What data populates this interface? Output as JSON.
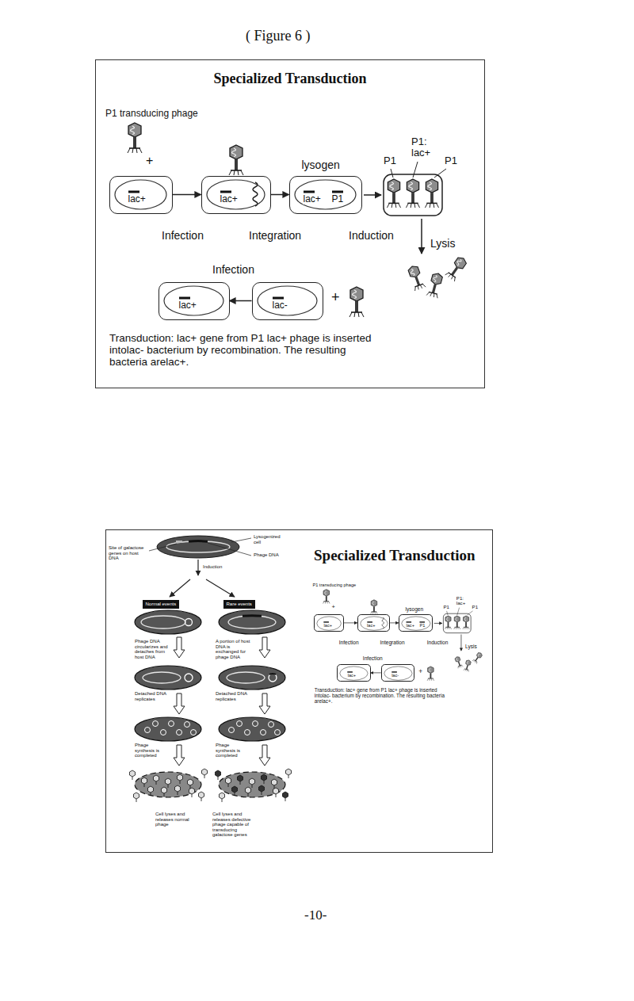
{
  "diagram": {
    "title": "( Figure 6 )",
    "nodes": [
      {
        "text": [
          "Specialized Transduction"
        ]
      },
      {
        "text": [
          "lac+"
        ],
        "in": 0
      },
      {
        "text": [
          "lac+"
        ],
        "in": 0
      },
      {
        "text": [
          "lysogen",
          "lac+",
          "P1"
        ],
        "in": 0
      },
      {
        "text": [
          "lac+"
        ],
        "in": 0
      },
      {
        "text": [
          "lac-"
        ],
        "in": 0
      },
      {
        "text": [
          "Specialized Transduction"
        ]
      },
      {
        "text": [
          "Normal events"
        ],
        "in": 6
      },
      {
        "text": [
          "Rare events"
        ],
        "in": 6
      },
      {
        "text": [
          "lac+"
        ],
        "in": 6
      },
      {
        "text": [
          "lac+"
        ],
        "in": 6
      },
      {
        "text": [
          "lysogen",
          "lac+",
          "P1"
        ],
        "in": 6
      },
      {
        "text": [
          "lac+"
        ],
        "in": 6
      },
      {
        "text": [
          "lac-"
        ],
        "in": 6
      }
    ],
    "edges": [
      {
        "from": 1,
        "to": 2,
        "arrow": "to"
      },
      {
        "from": 2,
        "to": 3,
        "arrow": "to"
      },
      {
        "from": 5,
        "to": 4,
        "arrow": "to"
      },
      {
        "from": 9,
        "to": 10,
        "arrow": "to"
      },
      {
        "from": 10,
        "to": 11,
        "arrow": "to"
      },
      {
        "from": 13,
        "to": 12,
        "arrow": "to"
      }
    ],
    "labels": [
      "P1 transducing phage",
      "+",
      "P1",
      "P1: lac+",
      "P1",
      "Infection",
      "Integration",
      "Induction",
      "Lysis",
      "Infection",
      "+",
      "Transduction: lac+ gene from P1 lac+ phage is inserted intolac- bacterium by recombination. The resulting bacteria arelac+.",
      "Lysogenized cell",
      "Site of galactose genes on host DNA",
      "Phage DNA",
      "Induction",
      "Phage DNA circularizes and detaches from host DNA",
      "A portion of host DNA is exchanged for phage DNA",
      "Detached DNA replicates",
      "Detached DNA replicates",
      "Phage synthesis is completed",
      "Phage synthesis is completed",
      "Cell lyses and releases normal phage",
      "Cell lyses and releases defective phage capable of transducing galactose genes",
      "P1 transducing phage",
      "+",
      "P1",
      "P1: lac+",
      "P1",
      "Infection",
      "Integration",
      "Induction",
      "Lysis",
      "Infection",
      "+",
      "Transduction: lac+ gene from P1 lac+ phage is inserted intolac- bacterium by recombination. The resulting bacteria arelac+.",
      "-10-"
    ]
  }
}
